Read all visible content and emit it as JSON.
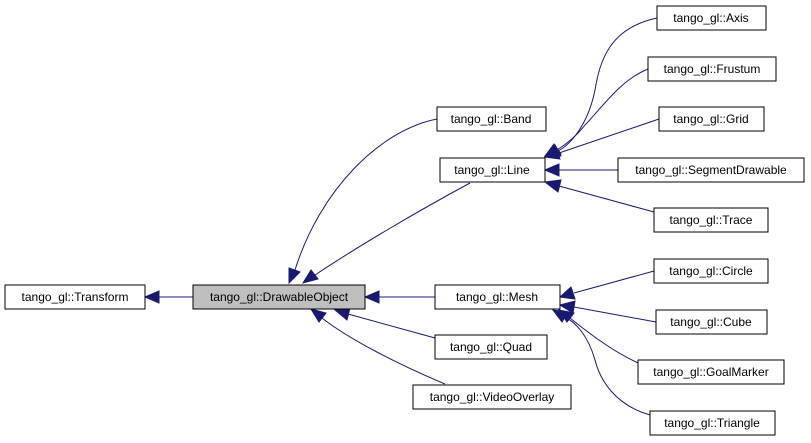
{
  "diagram": {
    "colors": {
      "edge": "#191970",
      "node_border": "#000000",
      "current_fill": "#bfbfbf",
      "node_fill": "#ffffff"
    },
    "nodes": {
      "transform": "tango_gl::Transform",
      "drawable_object": "tango_gl::DrawableObject",
      "band": "tango_gl::Band",
      "line": "tango_gl::Line",
      "mesh": "tango_gl::Mesh",
      "quad": "tango_gl::Quad",
      "video_overlay": "tango_gl::VideoOverlay",
      "axis": "tango_gl::Axis",
      "frustum": "tango_gl::Frustum",
      "grid": "tango_gl::Grid",
      "segment_drawable": "tango_gl::SegmentDrawable",
      "trace": "tango_gl::Trace",
      "circle": "tango_gl::Circle",
      "cube": "tango_gl::Cube",
      "goal_marker": "tango_gl::GoalMarker",
      "triangle": "tango_gl::Triangle"
    }
  }
}
